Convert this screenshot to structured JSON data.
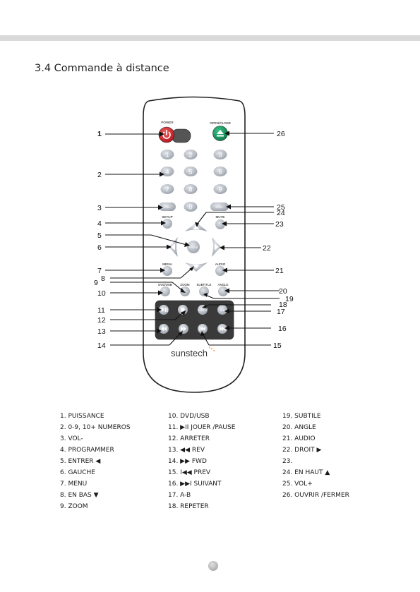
{
  "section_title": "3.4 Commande à distance",
  "remote": {
    "brand": "sunstech",
    "labels": {
      "power": "POWER",
      "open_close": "OPEN/CLOSE",
      "vol_minus": "VOL-",
      "vol_plus": "VOL+",
      "setup": "SETUP",
      "mute": "MUTE",
      "enter": "ENTER",
      "menu": "MENU",
      "audio": "AUDIO",
      "dvd_usb": "DVD/USB",
      "zoom": "ZOOM",
      "subtitle": "SUBTITLE",
      "angle": "ANGLE",
      "repeat": "REPEAT",
      "ab": "A-B"
    },
    "digits": [
      "1",
      "2",
      "3",
      "4",
      "5",
      "6",
      "7",
      "8",
      "9",
      "0"
    ],
    "callouts": [
      "1",
      "2",
      "3",
      "4",
      "5",
      "6",
      "7",
      "8",
      "9",
      "10",
      "11",
      "12",
      "13",
      "14",
      "15",
      "16",
      "17",
      "18",
      "19",
      "20",
      "21",
      "22",
      "23",
      "24",
      "25",
      "26"
    ]
  },
  "legend": [
    [
      "1. PUISSANCE",
      "2. 0-9, 10+ NUMEROS",
      "3. VOL-",
      "4. PROGRAMMER",
      "5. ENTRER ◀",
      "6. GAUCHE",
      "7. MENU",
      "8. EN BAS ▼",
      "9. ZOOM"
    ],
    [
      "10. DVD/USB",
      "11. ▶II JOUER /PAUSE",
      "12. ARRETER",
      "13. ◀◀ REV",
      "14. ▶▶ FWD",
      "15. I◀◀ PREV",
      "16. ▶▶I SUIVANT",
      "17. A-B",
      "18. REPETER"
    ],
    [
      "19. SUBTILE",
      "20. ANGLE",
      "21. AUDIO",
      "22. DROIT ▶",
      "23.",
      "24. EN HAUT ▲",
      "25. VOL+",
      "26. OUVRIR /FERMER"
    ]
  ]
}
